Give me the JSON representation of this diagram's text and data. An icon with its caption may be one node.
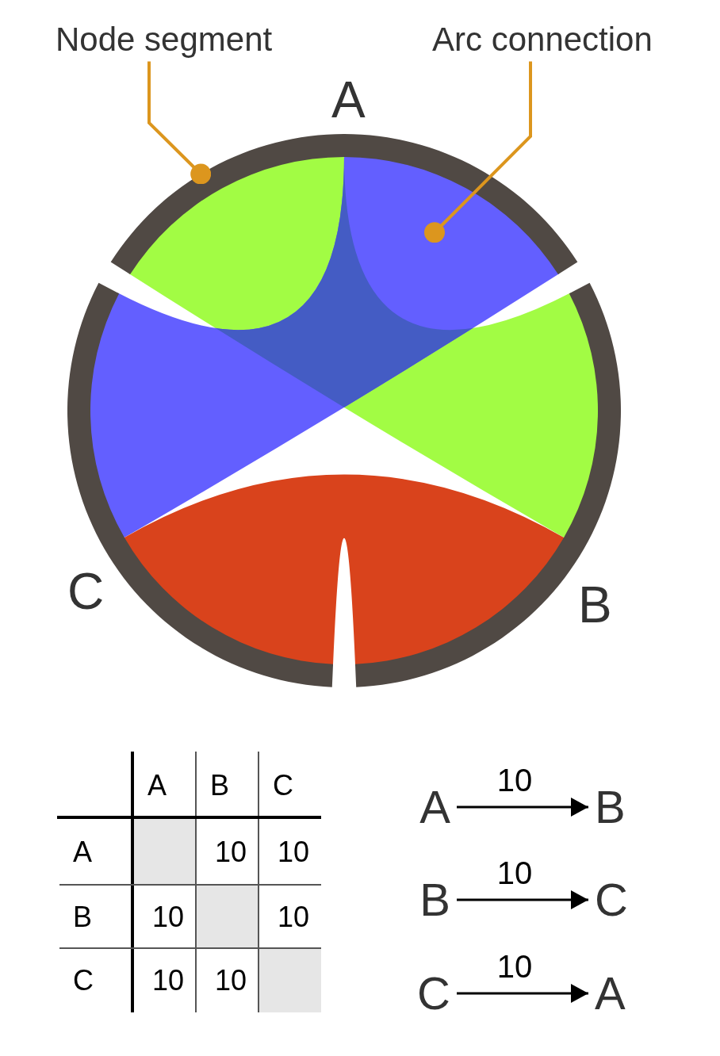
{
  "diagram": {
    "nodes": [
      {
        "text": [
          "Node segment"
        ]
      },
      {
        "text": [
          "Arc connection"
        ]
      },
      {
        "text": [],
        "shape": "arc",
        "beside": [
          "A"
        ]
      },
      {
        "text": [],
        "shape": "arc",
        "beside": [
          "B"
        ]
      },
      {
        "text": [],
        "shape": "arc",
        "beside": [
          "C"
        ]
      },
      {
        "text": [],
        "shape": "ribbon"
      },
      {
        "text": [],
        "shape": "ribbon"
      },
      {
        "text": [],
        "shape": "ribbon"
      },
      {
        "text": [
          "A"
        ]
      },
      {
        "text": [
          "B"
        ]
      },
      {
        "text": [
          "B"
        ]
      },
      {
        "text": [
          "C"
        ]
      },
      {
        "text": [
          "C"
        ]
      },
      {
        "text": [
          "A"
        ]
      }
    ],
    "edges": [
      {
        "from": 0,
        "to": 2,
        "arrow": "other",
        "color": "#dc961e"
      },
      {
        "from": 1,
        "to": 6,
        "arrow": "other",
        "color": "#dc961e"
      },
      {
        "from": 8,
        "to": 9,
        "arrow": "to",
        "label": "10"
      },
      {
        "from": 10,
        "to": 11,
        "arrow": "to",
        "label": "10"
      },
      {
        "from": 12,
        "to": 13,
        "arrow": "to",
        "label": "10"
      }
    ],
    "labels": [
      "A",
      "B",
      "C",
      "A",
      "10",
      "10",
      "B",
      "10",
      "10",
      "C",
      "10",
      "10"
    ]
  }
}
